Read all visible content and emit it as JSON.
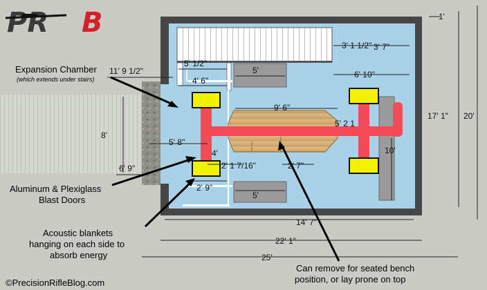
{
  "logo": {
    "text_dark": "PR",
    "text_red": "B"
  },
  "copyright": "©PrecisionRifleBlog.com",
  "callouts": {
    "expansion": "Expansion Chamber",
    "expansion_sub": "(which extends under stairs)",
    "doors_1": "Aluminum & Plexiglass",
    "doors_2": "Blast Doors",
    "blankets_1": "Acoustic blankets",
    "blankets_2": "hanging on each side to",
    "blankets_3": "absorb energy",
    "bench_1": "Can remove for seated bench",
    "bench_2": "position, or lay prone on top"
  },
  "dimensions": {
    "d_11_9": "11' 9 1/2\"",
    "d_5_half": "5' 1/2\"",
    "d_4_6": "4' 6\"",
    "d_5a": "5'",
    "d_5b": "5'",
    "d_8": "8'",
    "d_5_8": "5' 8\"",
    "d_4": "4'",
    "d_6_9": "6' 9\"",
    "d_2_1_7": "2' 1 7/16\"",
    "d_2_7": "2' 7\"",
    "d_2_9": "2' 9\"",
    "d_9_6": "9' 6\"",
    "d_5_2": "5' 2 1",
    "d_6_10": "6' 10\"",
    "d_3_1": "3' 1 1/2\"",
    "d_3_7": "3' 7\"",
    "d_1": "1'",
    "d_17_1": "17' 1\"",
    "d_20": "20'",
    "d_10": "10'",
    "d_14_7": "14' 7\"",
    "d_22_1": "22' 1\"",
    "d_25": "25'"
  },
  "colors": {
    "room": "#a9d1e8",
    "wall": "#4a4a4a",
    "rail": "#f24a5a",
    "pad": "#f2f200",
    "wood": "#d9b27a",
    "stone": "#8c8c84"
  }
}
